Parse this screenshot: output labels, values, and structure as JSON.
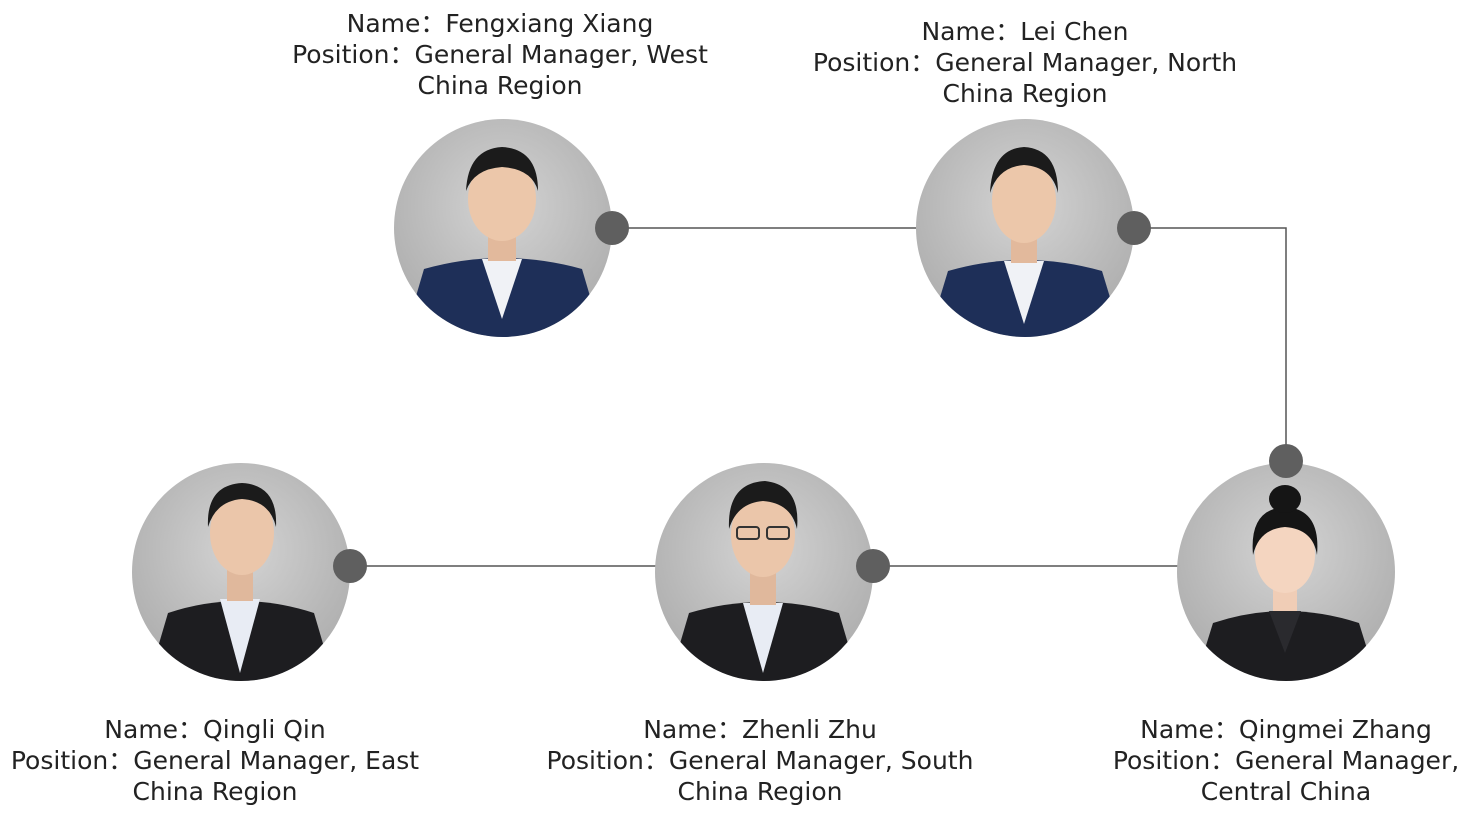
{
  "colors": {
    "connector": "#555555",
    "dot": "#5f5f5f",
    "photo_background": "#bdbdbd",
    "suit_navy": "#1e2f58",
    "suit_black": "#1d1d20",
    "shirt": "#f0f2f6"
  },
  "members": [
    {
      "name_line": "Name：Fengxiang Xiang",
      "position_line1": "Position：General Manager, West",
      "position_line2": "China Region",
      "photo_icon": "portrait-photo"
    },
    {
      "name_line": "Name：Lei Chen",
      "position_line1": "Position：General Manager, North",
      "position_line2": "China Region",
      "photo_icon": "portrait-photo"
    },
    {
      "name_line": "Name：Qingmei Zhang",
      "position_line1": "Position：General Manager,",
      "position_line2": "Central China",
      "photo_icon": "portrait-photo"
    },
    {
      "name_line": "Name：Zhenli Zhu",
      "position_line1": "Position：General Manager, South",
      "position_line2": "China Region",
      "photo_icon": "portrait-photo"
    },
    {
      "name_line": "Name：Qingli Qin",
      "position_line1": "Position：General Manager, East",
      "position_line2": "China Region",
      "photo_icon": "portrait-photo"
    }
  ]
}
